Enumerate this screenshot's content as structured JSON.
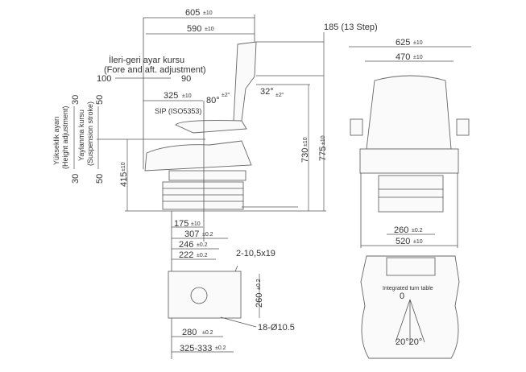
{
  "side_view": {
    "width_605": "605",
    "tol_605": "±10",
    "width_590": "590",
    "tol_590": "±10",
    "backrest_step": "185 (13 Step)",
    "fore_aft_tr": "İleri-geri ayar kursu",
    "fore_aft_en": "(Fore and aft. adjustment)",
    "fore_min": "100",
    "fore_max": "90",
    "angle_80": "80°",
    "tol_80": "±2°",
    "angle_32": "32°",
    "tol_32": "±2°",
    "dist_325": "325",
    "tol_325": "±10",
    "sip": "SIP (ISO5353)",
    "height_tr": "Yükseklik ayarı",
    "height_en": "(Height adjustment)",
    "height_up": "30",
    "height_down": "30",
    "susp_tr": "Yaylanma kursu",
    "susp_en": "(Suspension stroke)",
    "susp_up": "50",
    "susp_down": "50",
    "h_415": "415",
    "tol_415": "±10",
    "h_730": "730",
    "tol_730": "±10",
    "h_775": "775",
    "tol_775": "±10"
  },
  "base_plate": {
    "d175": "175",
    "t175": "±10",
    "d307": "307",
    "t307": "±0.2",
    "d246": "246",
    "t246": "±0.2",
    "d222": "222",
    "t222": "±0.2",
    "slots": "2-10,5x19",
    "d260": "260",
    "t260": "±0.2",
    "d280": "280",
    "t280": "±0.2",
    "holes": "18-Ø10.5",
    "d325": "325-333",
    "t325": "±0.2"
  },
  "front_view": {
    "w625": "625",
    "t625": "±10",
    "w470": "470",
    "t470": "±10",
    "w260": "260",
    "t260": "±0.2",
    "w520": "520",
    "t520": "±10"
  },
  "top_view": {
    "turn_table": "Integrated turn table",
    "zero": "0",
    "angles": "20°20°"
  }
}
